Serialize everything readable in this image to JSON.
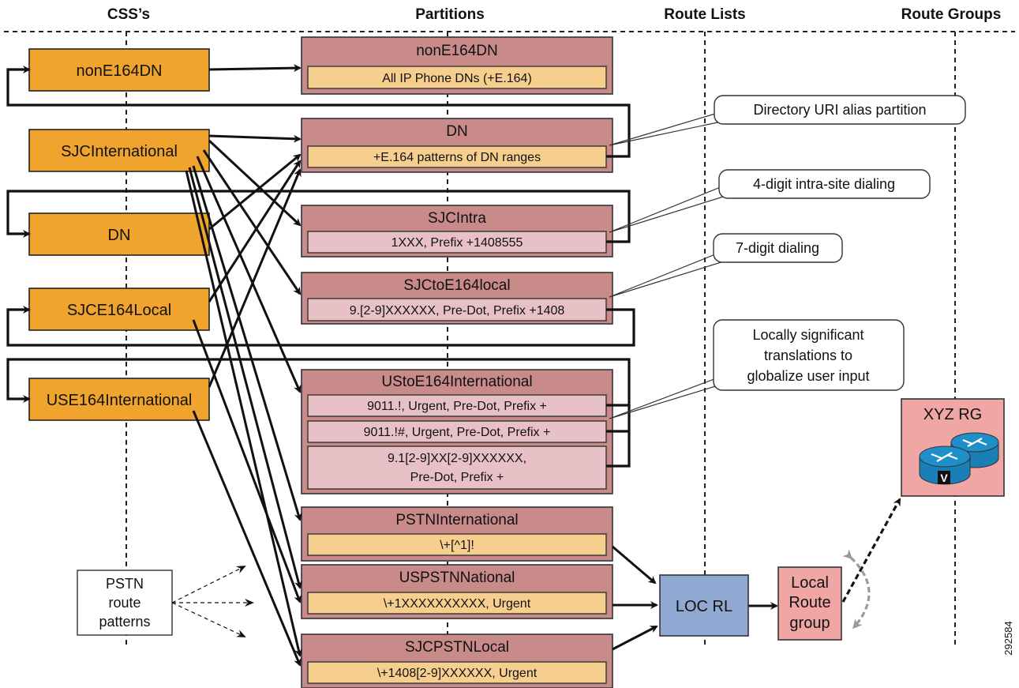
{
  "headers": {
    "css": "CSS’s",
    "partitions": "Partitions",
    "route_lists": "Route Lists",
    "route_groups": "Route Groups"
  },
  "css_boxes": [
    {
      "label": "nonE164DN"
    },
    {
      "label": "SJCInternational"
    },
    {
      "label": "DN"
    },
    {
      "label": "SJCE164Local"
    },
    {
      "label": "USE164International"
    }
  ],
  "partitions": [
    {
      "title": "nonE164DN",
      "patterns": [
        "All IP Phone DNs (+E.164)"
      ]
    },
    {
      "title": "DN",
      "patterns": [
        "+E.164 patterns of DN ranges"
      ]
    },
    {
      "title": "SJCIntra",
      "patterns": [
        "1XXX, Prefix +1408555"
      ]
    },
    {
      "title": "SJCtoE164local",
      "patterns": [
        "9.[2-9]XXXXXX, Pre-Dot, Prefix +1408"
      ]
    },
    {
      "title": "UStoE164International",
      "patterns": [
        "9011.!, Urgent, Pre-Dot, Prefix +",
        "9011.!#, Urgent, Pre-Dot, Prefix +",
        "9.1[2-9]XX[2-9]XXXXXX,",
        "Pre-Dot, Prefix +"
      ]
    },
    {
      "title": "PSTNInternational",
      "patterns": [
        "\\+[^1]!"
      ]
    },
    {
      "title": "USPSTNNational",
      "patterns": [
        "\\+1XXXXXXXXXX, Urgent"
      ]
    },
    {
      "title": "SJCPSTNLocal",
      "patterns": [
        "\\+1408[2-9]XXXXXX, Urgent"
      ]
    }
  ],
  "callouts": {
    "uri": "Directory URI alias partition",
    "intra": "4-digit intra-site dialing",
    "seven": "7-digit dialing",
    "local_1": "Locally significant",
    "local_2": "translations to",
    "local_3": "globalize user input"
  },
  "pstn_patterns": {
    "line1": "PSTN",
    "line2": "route",
    "line3": "patterns"
  },
  "route_list": {
    "label": "LOC RL"
  },
  "local_route_group": {
    "line1": "Local",
    "line2": "Route",
    "line3": "group"
  },
  "route_group": {
    "label": "XYZ RG",
    "router_badge": "V"
  },
  "figure_id": "292584",
  "colors": {
    "css_fill": "#f0a42e",
    "partition_fill": "#c98a8a",
    "pattern_orange": "#f6cf8f",
    "pattern_pink": "#e7c1c6",
    "route_list_fill": "#8fa9d3",
    "route_group_fill": "#f0a6a4",
    "router_blue": "#1f8fc9"
  }
}
